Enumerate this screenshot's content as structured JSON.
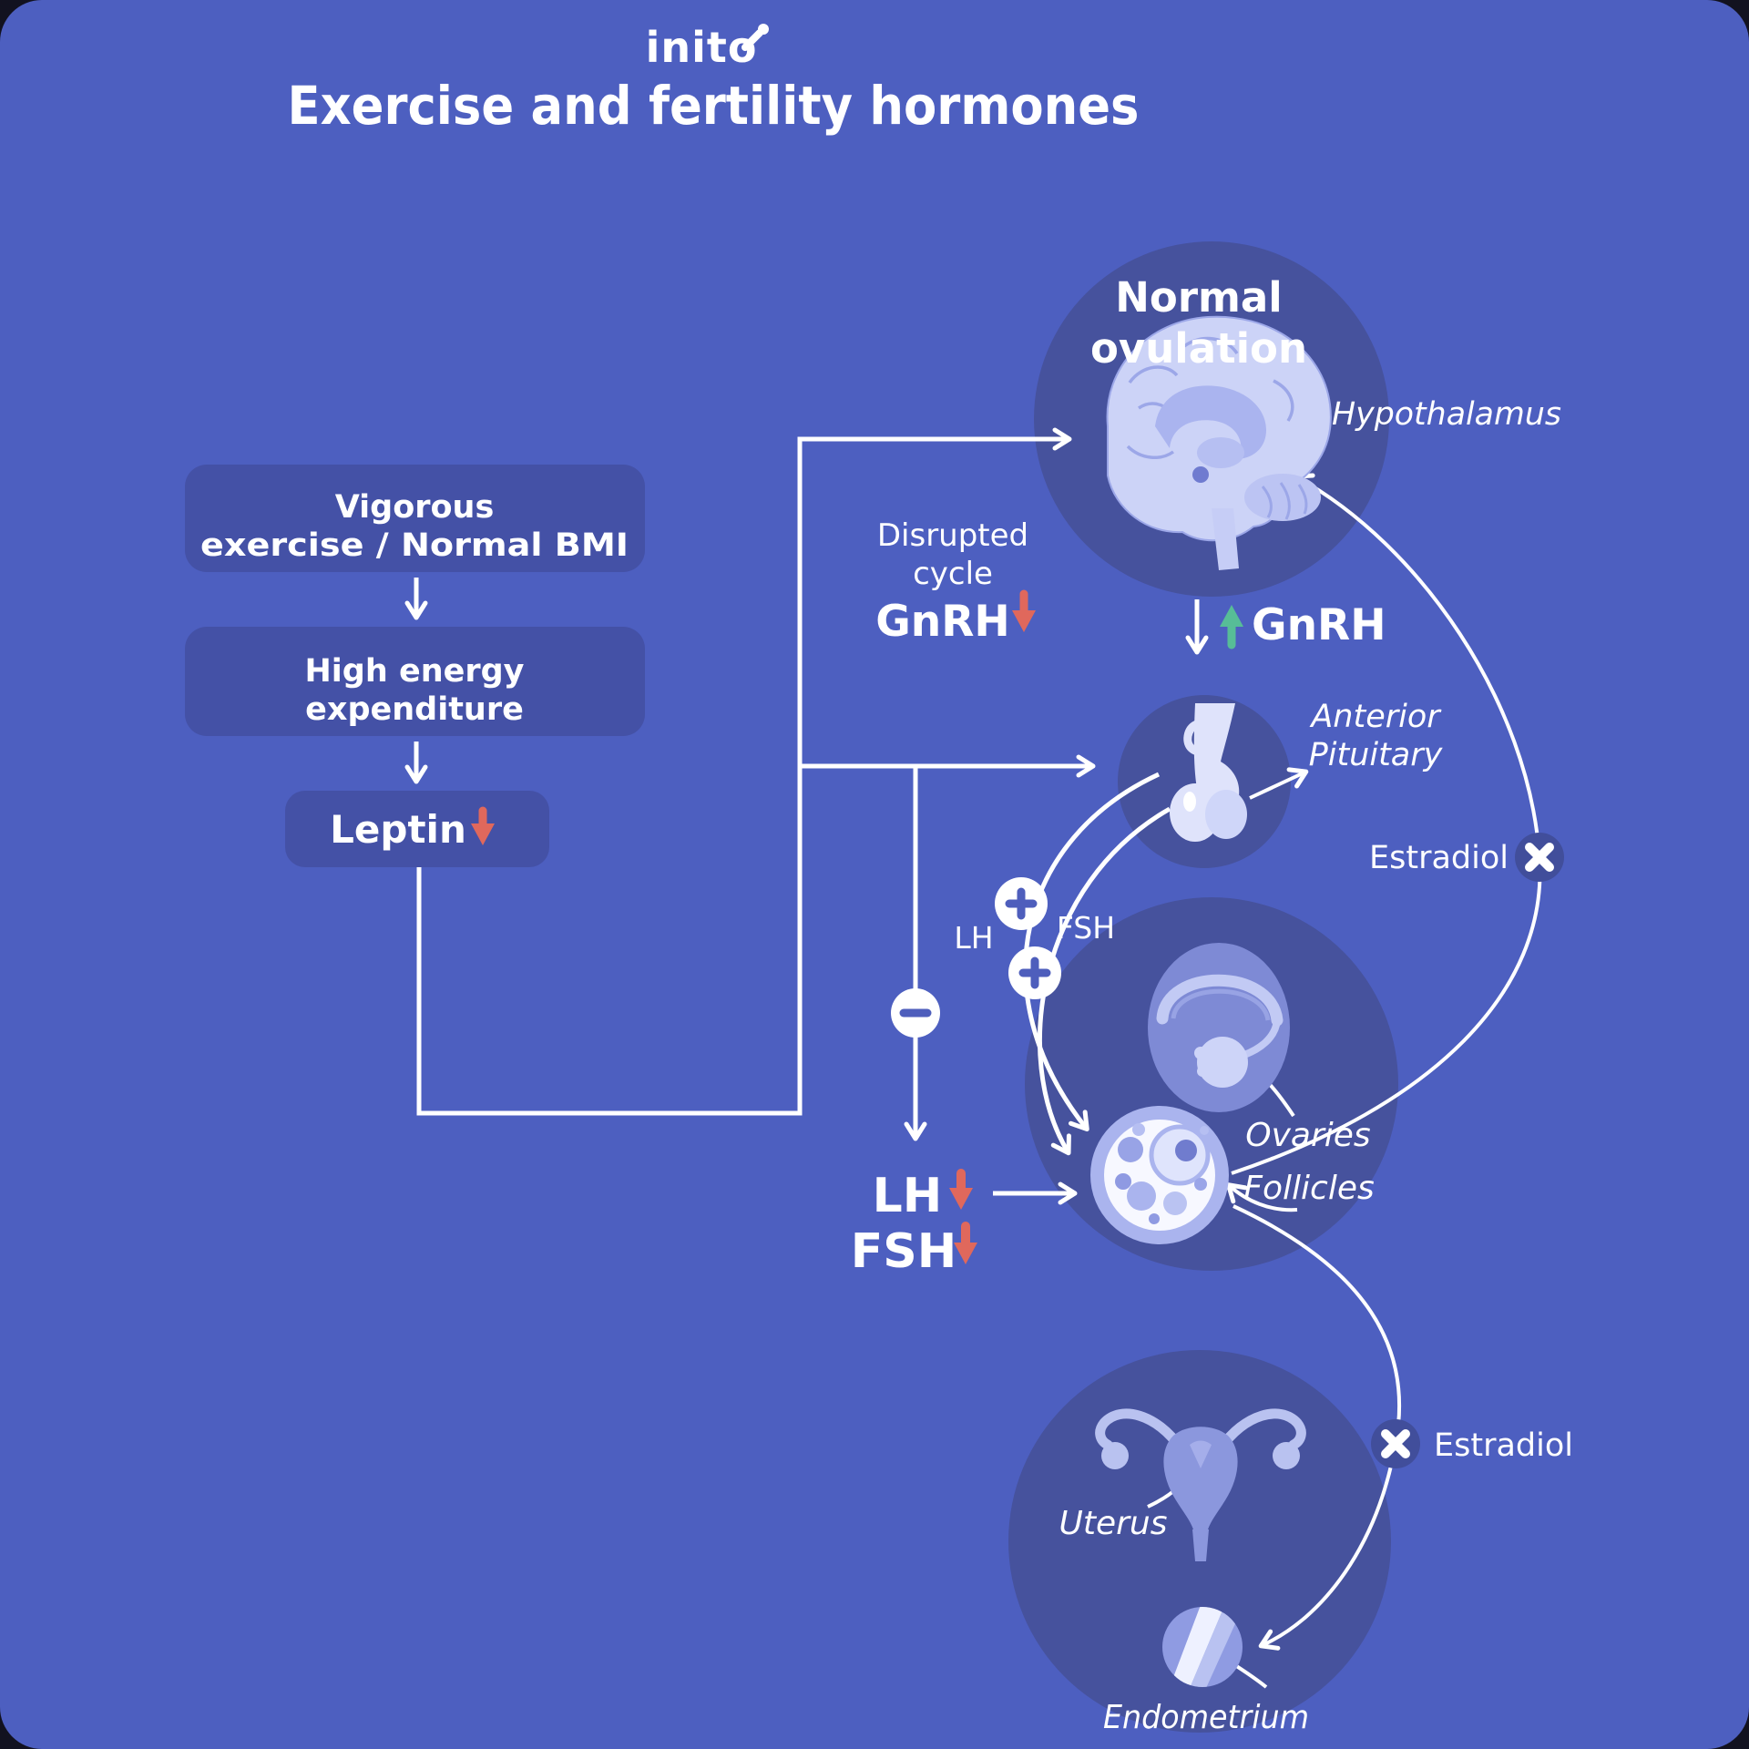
{
  "logo": {
    "text": "inito"
  },
  "title": {
    "text": "Exercise and fertility hormones"
  },
  "colors": {
    "background": "#4d5fc0",
    "dark_circle": "#46529d",
    "box": "#4451a6",
    "white": "#ffffff",
    "illustration_light": "#ccd3f7",
    "illustration_mid": "#aab4ee",
    "illustration_deep": "#8b97dd",
    "decrease_arrow_red": "#e0685c",
    "increase_arrow_green": "#57bd97",
    "plus_minus_glyph_blue": "#4e5ebc",
    "x_badge_circle": "#414e9b"
  },
  "flowchart": {
    "box1": [
      "Vigorous",
      "exercise / Normal BMI"
    ],
    "box2": [
      "High energy",
      "expenditure"
    ],
    "box3": "Leptin"
  },
  "nodes": {
    "normal_ovulation": [
      "Normal",
      "ovulation"
    ],
    "hypothalamus": "Hypothalamus",
    "disrupted": [
      "Disrupted",
      "cycle"
    ],
    "gnrh_down": "GnRH",
    "gnrh_up": "GnRH",
    "anterior_pituitary": [
      "Anterior",
      "Pituitary"
    ],
    "estradiol_right": "Estradiol",
    "estradiol_bottom": "Estradiol",
    "lh": "LH",
    "fsh": "FSH",
    "lh_low": "LH",
    "fsh_low": "FSH",
    "ovaries": "Ovaries",
    "follicles": "Follicles",
    "uterus": "Uterus",
    "endometrium": "Endometrium"
  }
}
